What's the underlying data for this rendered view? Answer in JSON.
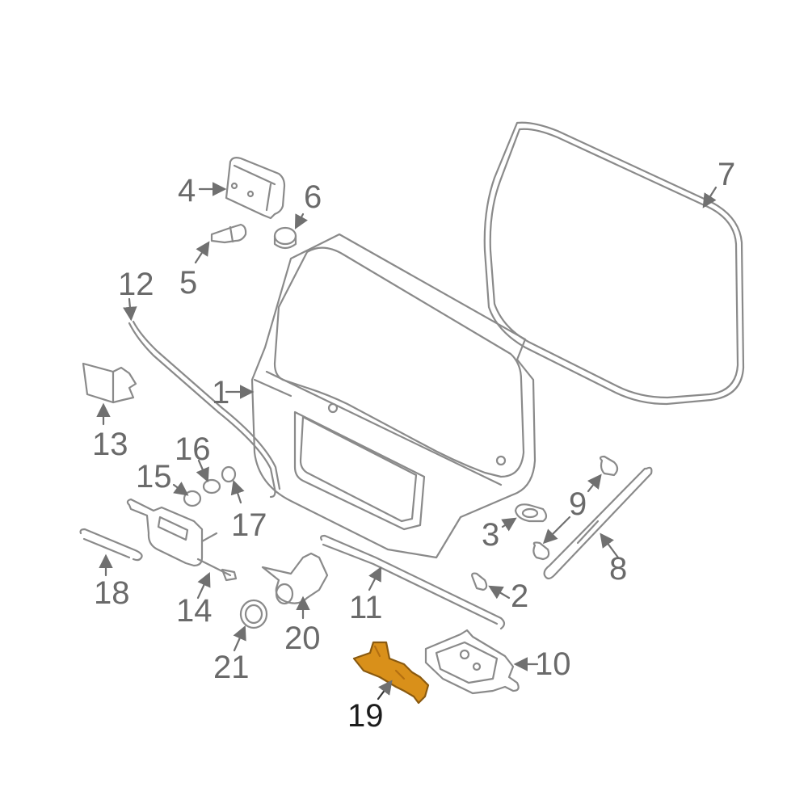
{
  "diagram": {
    "type": "exploded-parts-diagram",
    "subject": "Rear hatch / liftgate assembly",
    "highlighted_part": "19",
    "colors": {
      "line": "#8a8a8a",
      "label": "#6a6a6a",
      "highlight": "#d9901a",
      "highlight_label": "#1c1c1c",
      "background": "#ffffff"
    }
  },
  "labels": {
    "p1": "1",
    "p2": "2",
    "p3": "3",
    "p4": "4",
    "p5": "5",
    "p6": "6",
    "p7": "7",
    "p8": "8",
    "p9": "9",
    "p10": "10",
    "p11": "11",
    "p12": "12",
    "p13": "13",
    "p14": "14",
    "p15": "15",
    "p16": "16",
    "p17": "17",
    "p18": "18",
    "p19": "19",
    "p20": "20",
    "p21": "21"
  }
}
